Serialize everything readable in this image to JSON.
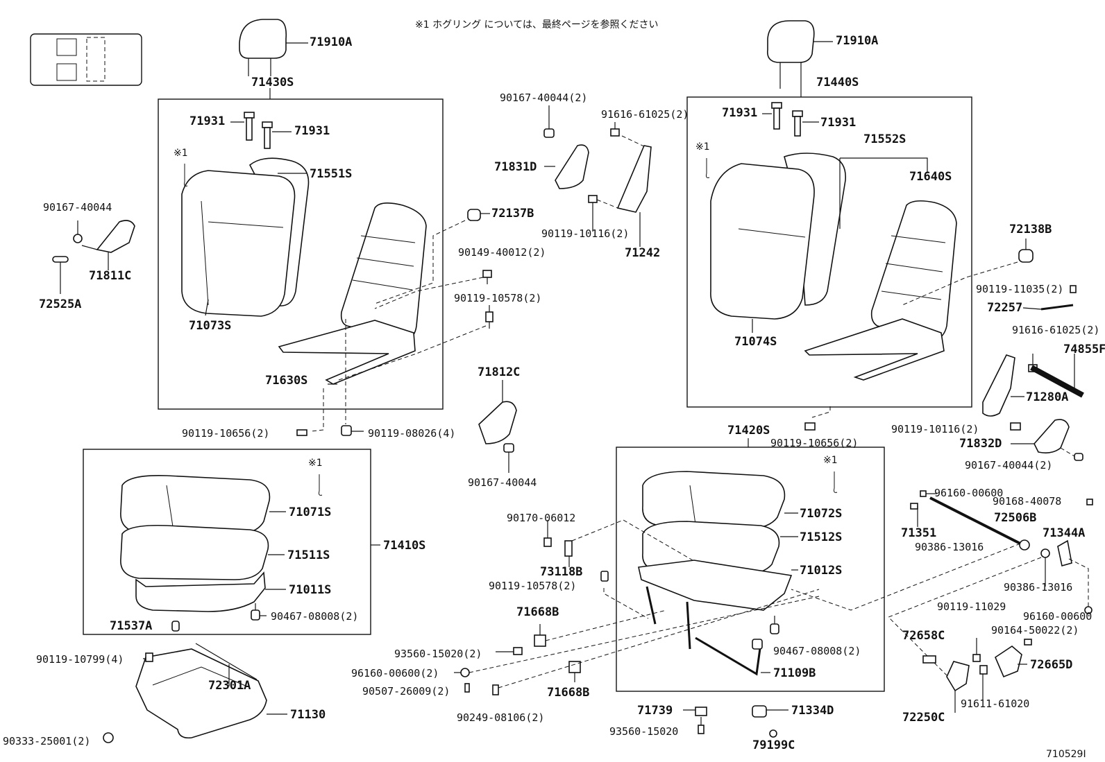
{
  "header_note": "※1 ホグリング については、最終ページを参照ください",
  "drawing_number": "710529I",
  "markers": {
    "ref": "※1"
  },
  "parts": [
    {
      "id": "p1",
      "label": "71910A"
    },
    {
      "id": "p2",
      "label": "71430S"
    },
    {
      "id": "p3",
      "label": "71931"
    },
    {
      "id": "p4",
      "label": "71931"
    },
    {
      "id": "p5",
      "label": "71551S"
    },
    {
      "id": "p6",
      "label": "90167-40044"
    },
    {
      "id": "p7",
      "label": "71811C"
    },
    {
      "id": "p8",
      "label": "72525A"
    },
    {
      "id": "p9",
      "label": "71073S"
    },
    {
      "id": "p10",
      "label": "72137B"
    },
    {
      "id": "p11",
      "label": "90149-40012(2)"
    },
    {
      "id": "p12",
      "label": "90119-10578(2)"
    },
    {
      "id": "p13",
      "label": "71630S"
    },
    {
      "id": "p14",
      "label": "90119-10656(2)"
    },
    {
      "id": "p15",
      "label": "90119-08026(4)"
    },
    {
      "id": "p16",
      "label": "71812C"
    },
    {
      "id": "p17",
      "label": "90167-40044"
    },
    {
      "id": "p18",
      "label": "90167-40044(2)"
    },
    {
      "id": "p19",
      "label": "91616-61025(2)"
    },
    {
      "id": "p20",
      "label": "71831D"
    },
    {
      "id": "p21",
      "label": "90119-10116(2)"
    },
    {
      "id": "p22",
      "label": "71242"
    },
    {
      "id": "p23",
      "label": "71910A"
    },
    {
      "id": "p24",
      "label": "71440S"
    },
    {
      "id": "p25",
      "label": "71931"
    },
    {
      "id": "p26",
      "label": "71931"
    },
    {
      "id": "p27",
      "label": "71552S"
    },
    {
      "id": "p28",
      "label": "71640S"
    },
    {
      "id": "p29",
      "label": "71074S"
    },
    {
      "id": "p30",
      "label": "72138B"
    },
    {
      "id": "p31",
      "label": "90119-11035(2)"
    },
    {
      "id": "p32",
      "label": "72257"
    },
    {
      "id": "p33",
      "label": "91616-61025(2)"
    },
    {
      "id": "p34",
      "label": "74855F"
    },
    {
      "id": "p35",
      "label": "71280A"
    },
    {
      "id": "p36",
      "label": "90119-10116(2)"
    },
    {
      "id": "p37",
      "label": "71832D"
    },
    {
      "id": "p38",
      "label": "90167-40044(2)"
    },
    {
      "id": "p39",
      "label": "71420S"
    },
    {
      "id": "p40",
      "label": "90119-10656(2)"
    },
    {
      "id": "p41",
      "label": "71071S"
    },
    {
      "id": "p42",
      "label": "71511S"
    },
    {
      "id": "p43",
      "label": "71410S"
    },
    {
      "id": "p44",
      "label": "71011S"
    },
    {
      "id": "p45",
      "label": "90467-08008(2)"
    },
    {
      "id": "p46",
      "label": "71537A"
    },
    {
      "id": "p47",
      "label": "90119-10799(4)"
    },
    {
      "id": "p48",
      "label": "72301A"
    },
    {
      "id": "p49",
      "label": "71130"
    },
    {
      "id": "p50",
      "label": "90333-25001(2)"
    },
    {
      "id": "p51",
      "label": "90170-06012"
    },
    {
      "id": "p52",
      "label": "73118B"
    },
    {
      "id": "p53",
      "label": "90119-10578(2)"
    },
    {
      "id": "p54",
      "label": "71668B"
    },
    {
      "id": "p55",
      "label": "93560-15020(2)"
    },
    {
      "id": "p56",
      "label": "96160-00600(2)"
    },
    {
      "id": "p57",
      "label": "90507-26009(2)"
    },
    {
      "id": "p58",
      "label": "90249-08106(2)"
    },
    {
      "id": "p59",
      "label": "71668B"
    },
    {
      "id": "p60",
      "label": "71072S"
    },
    {
      "id": "p61",
      "label": "71512S"
    },
    {
      "id": "p62",
      "label": "71012S"
    },
    {
      "id": "p63",
      "label": "90467-08008(2)"
    },
    {
      "id": "p64",
      "label": "71109B"
    },
    {
      "id": "p65",
      "label": "71739"
    },
    {
      "id": "p66",
      "label": "93560-15020"
    },
    {
      "id": "p67",
      "label": "71334D"
    },
    {
      "id": "p68",
      "label": "79199C"
    },
    {
      "id": "p69",
      "label": "96160-00600"
    },
    {
      "id": "p70",
      "label": "90168-40078"
    },
    {
      "id": "p71",
      "label": "71351"
    },
    {
      "id": "p72",
      "label": "72506B"
    },
    {
      "id": "p73",
      "label": "71344A"
    },
    {
      "id": "p74",
      "label": "90386-13016"
    },
    {
      "id": "p75",
      "label": "90386-13016"
    },
    {
      "id": "p76",
      "label": "90119-11029"
    },
    {
      "id": "p77",
      "label": "96160-00600"
    },
    {
      "id": "p78",
      "label": "90164-50022(2)"
    },
    {
      "id": "p79",
      "label": "72658C"
    },
    {
      "id": "p80",
      "label": "72665D"
    },
    {
      "id": "p81",
      "label": "91611-61020"
    },
    {
      "id": "p82",
      "label": "72250C"
    }
  ]
}
